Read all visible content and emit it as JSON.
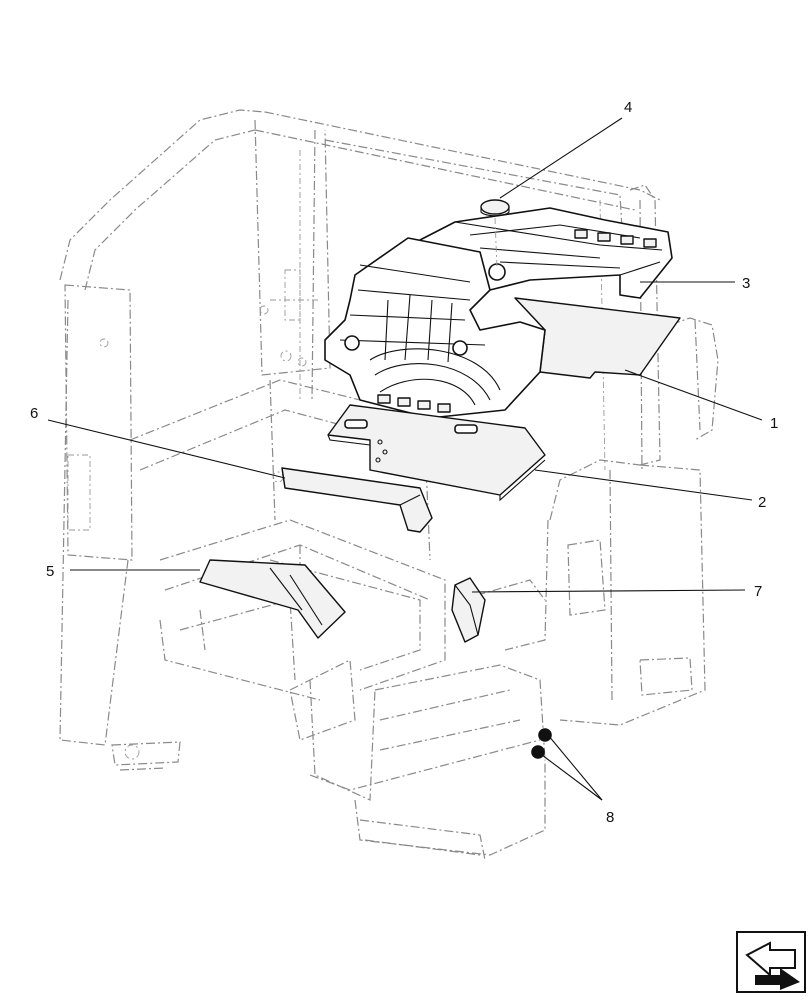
{
  "diagram": {
    "callouts": [
      {
        "id": "1",
        "label": "1"
      },
      {
        "id": "2",
        "label": "2"
      },
      {
        "id": "3",
        "label": "3"
      },
      {
        "id": "4",
        "label": "4"
      },
      {
        "id": "5",
        "label": "5"
      },
      {
        "id": "6",
        "label": "6"
      },
      {
        "id": "7",
        "label": "7"
      },
      {
        "id": "8",
        "label": "8"
      }
    ]
  },
  "navigation": {
    "icon": "page-turn-arrow-icon"
  }
}
